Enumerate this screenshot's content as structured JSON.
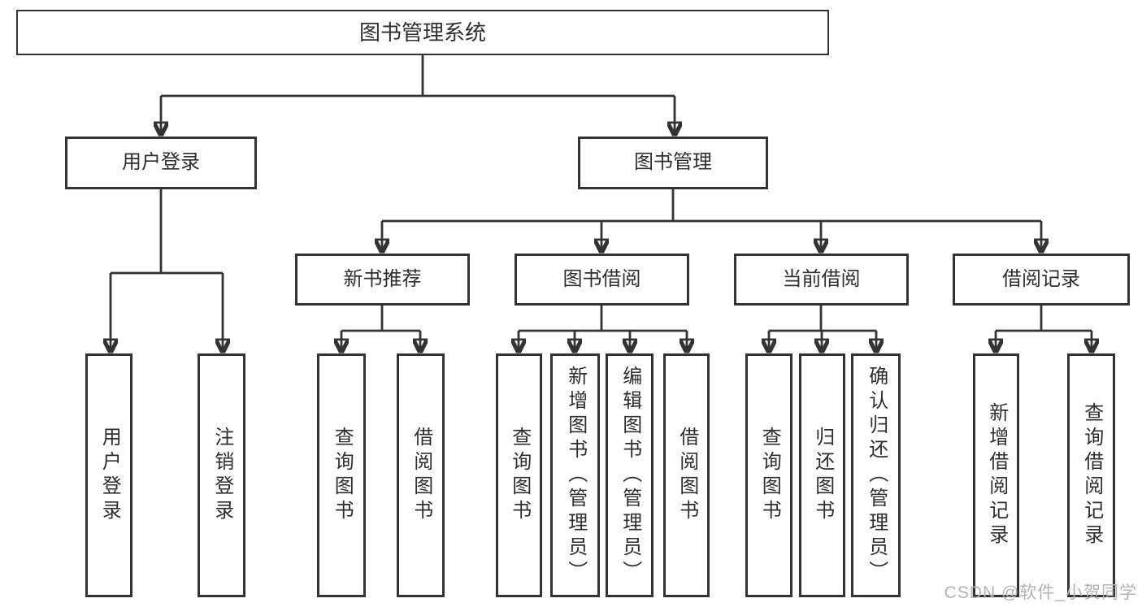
{
  "diagram": {
    "type": "hierarchy-tree",
    "orientation": "top-down",
    "tree": {
      "label": "图书管理系统",
      "children": [
        {
          "label": "用户登录",
          "children": [
            {
              "label": "用户登录"
            },
            {
              "label": "注销登录"
            }
          ]
        },
        {
          "label": "图书管理",
          "children": [
            {
              "label": "新书推荐",
              "children": [
                {
                  "label": "查询图书"
                },
                {
                  "label": "借阅图书"
                }
              ]
            },
            {
              "label": "图书借阅",
              "children": [
                {
                  "label": "查询图书"
                },
                {
                  "label": "新增图书（管理员）"
                },
                {
                  "label": "编辑图书（管理员）"
                },
                {
                  "label": "借阅图书"
                }
              ]
            },
            {
              "label": "当前借阅",
              "children": [
                {
                  "label": "查询图书"
                },
                {
                  "label": "归还图书"
                },
                {
                  "label": "确认归还（管理员）"
                }
              ]
            },
            {
              "label": "借阅记录",
              "children": [
                {
                  "label": "新增借阅记录"
                },
                {
                  "label": "查询借阅记录"
                }
              ]
            }
          ]
        }
      ]
    }
  },
  "watermark": "CSDN @软件_小贺同学",
  "colors": {
    "background": "#ffffff",
    "line": "#333333",
    "box_border": "#333333",
    "text": "#2e2e2e",
    "watermark": "#b3b3b3"
  }
}
